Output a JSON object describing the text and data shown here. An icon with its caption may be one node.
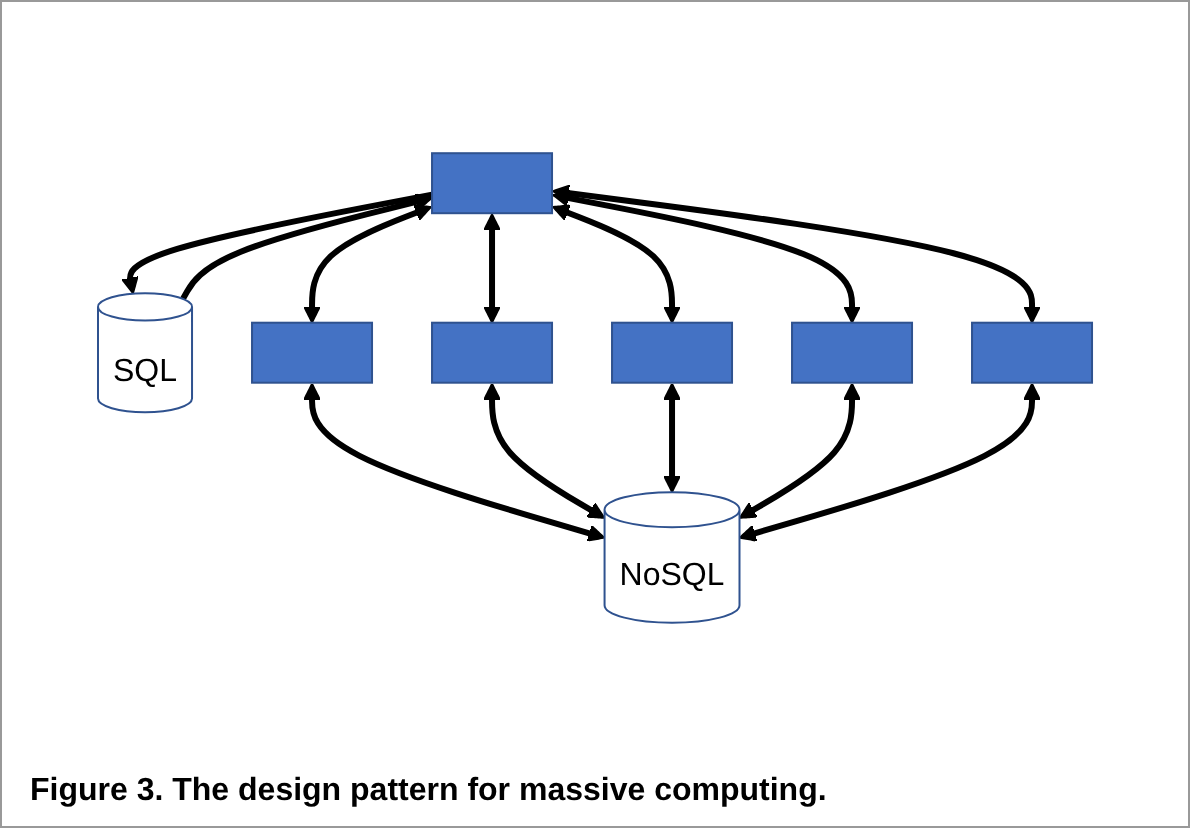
{
  "diagram": {
    "caption": "Figure 3. The design pattern for massive computing.",
    "nodes": [
      {
        "text": [],
        "shape": "box"
      },
      {
        "text": [
          "SQL"
        ]
      },
      {
        "text": [],
        "shape": "box"
      },
      {
        "text": [],
        "shape": "box"
      },
      {
        "text": [],
        "shape": "box"
      },
      {
        "text": [],
        "shape": "box"
      },
      {
        "text": [],
        "shape": "box"
      },
      {
        "text": [
          "NoSQL"
        ]
      }
    ],
    "edges": [
      {
        "from": 0,
        "to": 1,
        "arrow": "to"
      },
      {
        "from": 1,
        "to": 0,
        "arrow": "to"
      },
      {
        "from": 0,
        "to": 2,
        "arrow": "both"
      },
      {
        "from": 0,
        "to": 3,
        "arrow": "both"
      },
      {
        "from": 0,
        "to": 4,
        "arrow": "both"
      },
      {
        "from": 0,
        "to": 5,
        "arrow": "both"
      },
      {
        "from": 0,
        "to": 6,
        "arrow": "both"
      },
      {
        "from": 2,
        "to": 7,
        "arrow": "both"
      },
      {
        "from": 3,
        "to": 7,
        "arrow": "both"
      },
      {
        "from": 4,
        "to": 7,
        "arrow": "both"
      },
      {
        "from": 5,
        "to": 7,
        "arrow": "both"
      },
      {
        "from": 6,
        "to": 7,
        "arrow": "both"
      }
    ]
  }
}
